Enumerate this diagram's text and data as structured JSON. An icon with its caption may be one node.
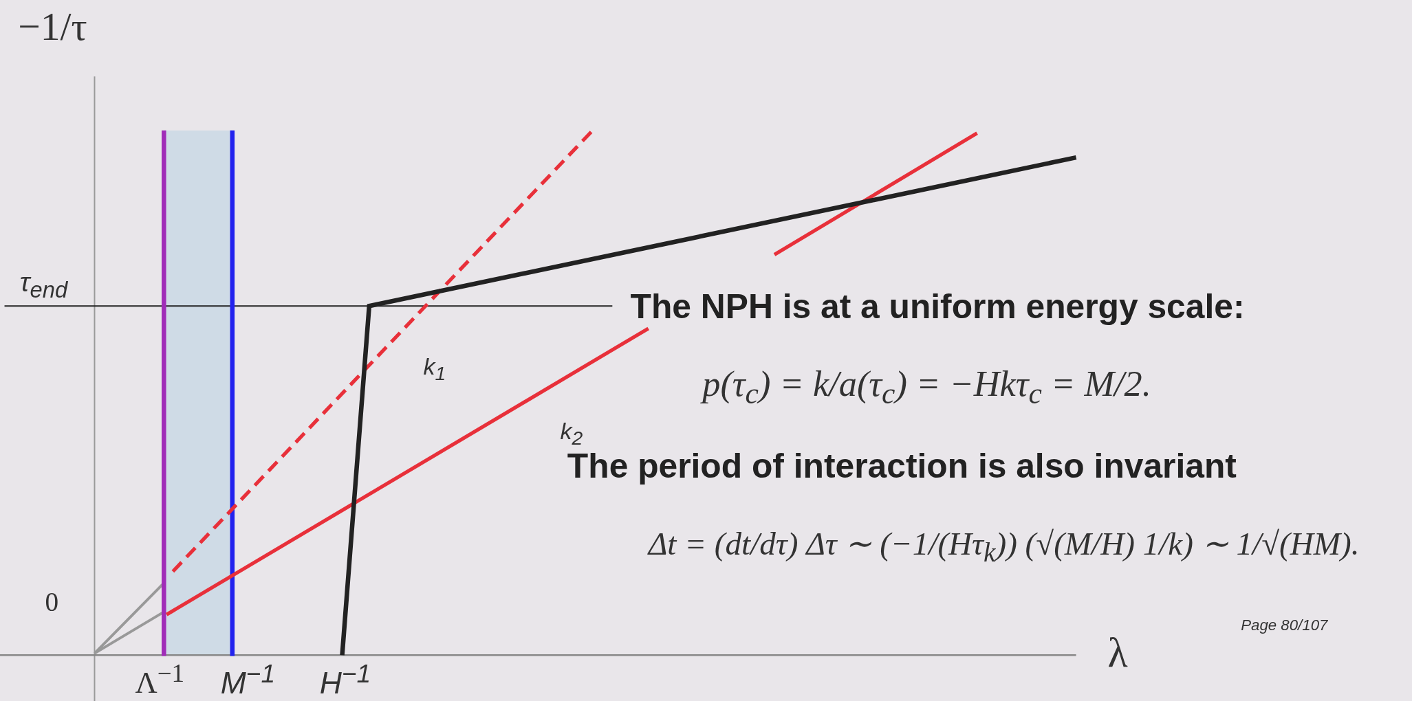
{
  "diagram": {
    "labels": [
      "−1/τ",
      "τ$_{end}$",
      "The NPH is at a uniform energy scale:",
      "k$_{1}$",
      "p(τ$_{c}$) = k/a(τ$_{c}$) = −Hkτ$_{c}$ = M/2.",
      "k$_{2}$",
      "The period of interaction is also invariant",
      "Δt = (dt/dτ) Δτ ∼ (−1/(Hτ$_{k}$)) (√(M/H) 1/k) ∼ 1/√(HM).",
      "0",
      "λ",
      "Page 80/107",
      "Λ$^{−1}$",
      "M$^{−1}$",
      "H$^{−1}$"
    ]
  }
}
